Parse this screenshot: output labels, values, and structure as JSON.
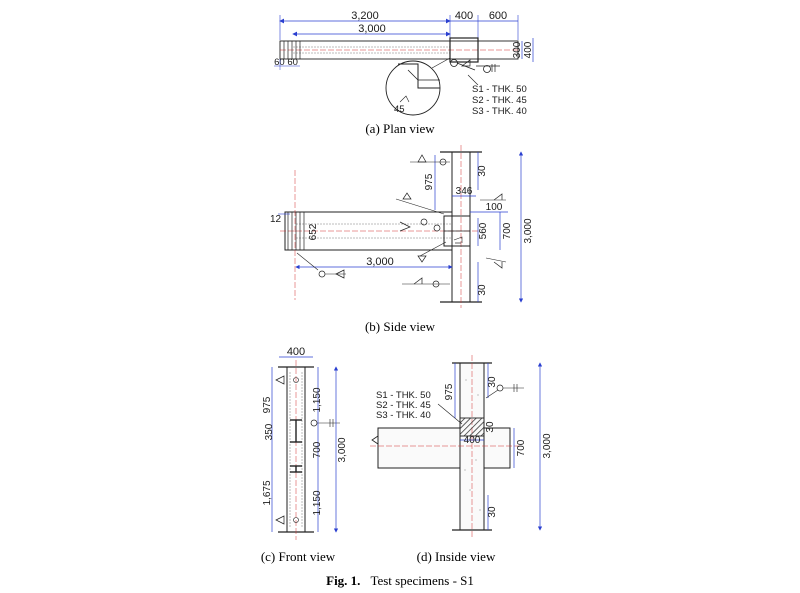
{
  "plan": {
    "dim_total": "3,200",
    "dim_main": "3,000",
    "dim_col": "400",
    "dim_right": "600",
    "dim_w1": "300",
    "dim_w2": "400",
    "dim_small": "60 60",
    "weld_angle": "45",
    "notes": [
      "S1 - THK. 50",
      "S2 - THK. 45",
      "S3 - THK. 40"
    ],
    "caption": "(a) Plan view"
  },
  "side": {
    "dim_975": "975",
    "dim_30_top": "30",
    "dim_346": "346",
    "dim_100": "100",
    "dim_12": "12",
    "dim_652": "652",
    "dim_560": "560",
    "dim_700": "700",
    "dim_3000_v": "3,000",
    "dim_3000_h": "3,000",
    "dim_30_bot": "30",
    "caption": "(b) Side view"
  },
  "front": {
    "dim_400": "400",
    "dim_975": "975",
    "dim_350": "350",
    "dim_1675": "1,675",
    "dim_1150_top": "1,150",
    "dim_700": "700",
    "dim_3000": "3,000",
    "dim_1150_bot": "1,150",
    "caption": "(c) Front view"
  },
  "inside": {
    "notes": [
      "S1 - THK. 50",
      "S2 - THK. 45",
      "S3 - THK. 40"
    ],
    "dim_975": "975",
    "dim_30_top": "30",
    "dim_30_mid": "30",
    "dim_400": "400",
    "dim_700": "700",
    "dim_3000": "3,000",
    "dim_30_bot": "30",
    "caption": "(d) Inside view"
  },
  "figure": {
    "label": "Fig. 1.",
    "title": "Test specimens - S1"
  }
}
